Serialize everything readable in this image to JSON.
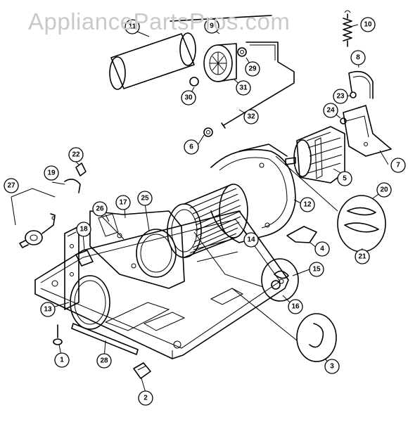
{
  "watermark": "AppliancePartsPros.com",
  "callouts": [
    {
      "id": "c1",
      "label": "1"
    },
    {
      "id": "c2",
      "label": "2"
    },
    {
      "id": "c3",
      "label": "3"
    },
    {
      "id": "c4",
      "label": "4"
    },
    {
      "id": "c5",
      "label": "5"
    },
    {
      "id": "c6",
      "label": "6"
    },
    {
      "id": "c7",
      "label": "7"
    },
    {
      "id": "c8",
      "label": "8"
    },
    {
      "id": "c9",
      "label": "9"
    },
    {
      "id": "c10",
      "label": "10"
    },
    {
      "id": "c11",
      "label": "11"
    },
    {
      "id": "c12",
      "label": "12"
    },
    {
      "id": "c13",
      "label": "13"
    },
    {
      "id": "c14",
      "label": "14"
    },
    {
      "id": "c15",
      "label": "15"
    },
    {
      "id": "c16",
      "label": "16"
    },
    {
      "id": "c17",
      "label": "17"
    },
    {
      "id": "c18",
      "label": "18"
    },
    {
      "id": "c19",
      "label": "19"
    },
    {
      "id": "c20",
      "label": "20"
    },
    {
      "id": "c21",
      "label": "21"
    },
    {
      "id": "c22",
      "label": "22"
    },
    {
      "id": "c23",
      "label": "23"
    },
    {
      "id": "c24",
      "label": "24"
    },
    {
      "id": "c25",
      "label": "25"
    },
    {
      "id": "c26",
      "label": "26"
    },
    {
      "id": "c27",
      "label": "27"
    },
    {
      "id": "c28",
      "label": "28"
    },
    {
      "id": "c29",
      "label": "29"
    },
    {
      "id": "c30",
      "label": "30"
    },
    {
      "id": "c31",
      "label": "31"
    },
    {
      "id": "c32",
      "label": "32"
    }
  ]
}
